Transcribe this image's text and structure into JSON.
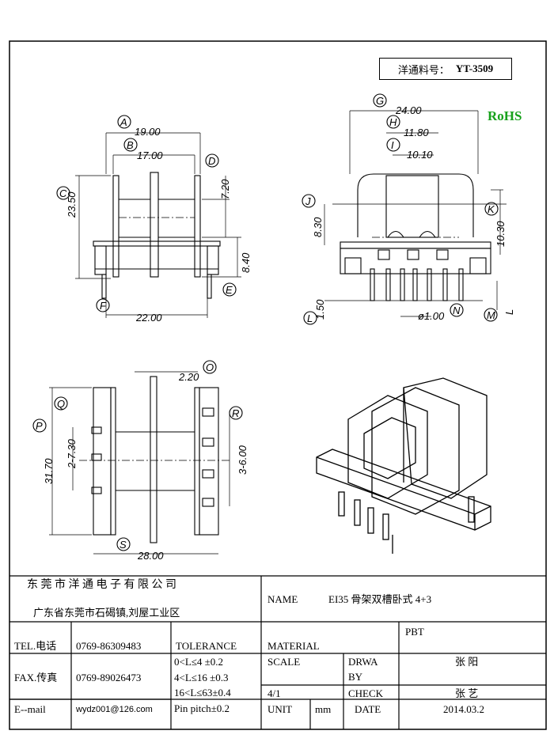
{
  "header": {
    "part_label": "洋通料号：",
    "part_number": "YT-3509",
    "rohs": "RoHS"
  },
  "drawing": {
    "front_view": {
      "dim_A": "19.00",
      "dim_B": "17.00",
      "dim_C": "23.50",
      "dim_D": "7.20",
      "dim_E": "8.40",
      "dim_F": "22.00",
      "labels": [
        "A",
        "B",
        "C",
        "D",
        "E",
        "F"
      ]
    },
    "side_view": {
      "dim_G": "24.00",
      "dim_H": "11.80",
      "dim_I": "10.10",
      "dim_J": "8.30",
      "dim_K": "10.30",
      "dim_L": "1.50",
      "dim_N": "ø1.00",
      "labels": [
        "G",
        "H",
        "I",
        "J",
        "K",
        "L",
        "M",
        "N"
      ],
      "dim_M_letter": "L"
    },
    "bottom_view": {
      "dim_O": "2.20",
      "dim_P": "31.70",
      "dim_Q": "2-7.30",
      "dim_R": "3-6.00",
      "dim_S": "28.00",
      "labels": [
        "O",
        "P",
        "Q",
        "R",
        "S"
      ]
    }
  },
  "title_block": {
    "company": "东 莞 市 洋 通 电 子 有 限 公 司",
    "address": "广东省东莞市石碣镇,刘屋工业区",
    "name_label": "NAME",
    "name_value": "EI35 骨架双槽卧式 4+3",
    "pbt": "PBT",
    "material_label": "MATERIAL",
    "tel_label": "TEL.电话",
    "tel_value": "0769-86309483",
    "tolerance_label": "TOLERANCE",
    "fax_label": "FAX.传真",
    "fax_value": "0769-89026473",
    "tol_1": "0<L≤4   ±0.2",
    "tol_2": "4<L≤16  ±0.3",
    "tol_3": "16<L≤63±0.4",
    "tol_4": "Pin pitch±0.2",
    "scale_label": "SCALE",
    "scale_value": "4/1",
    "drwa_label_1": "DRWA",
    "drwa_label_2": "BY",
    "drwa_value": "张  阳",
    "check_label": "CHECK",
    "check_value": "张  艺",
    "email_label": "E--mail",
    "email_value": "wydz001@126.com",
    "unit_label": "UNIT",
    "unit_value": "mm",
    "date_label": "DATE",
    "date_value": "2014.03.2"
  }
}
